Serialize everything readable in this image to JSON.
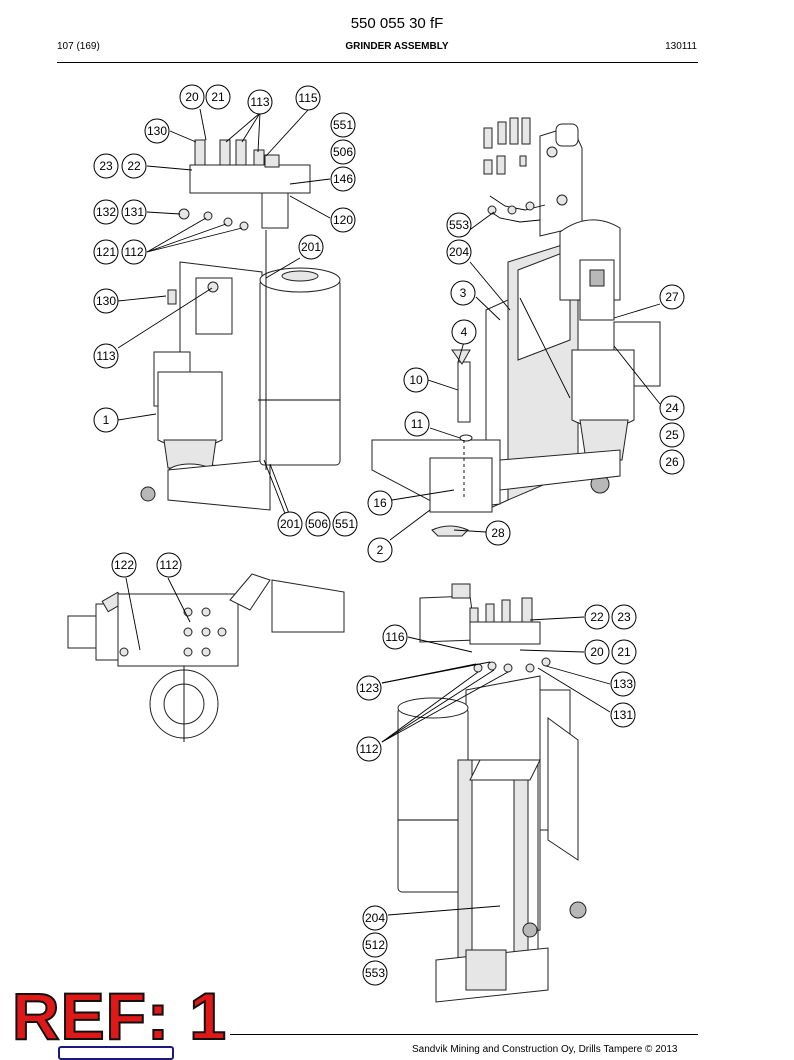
{
  "header": {
    "title": "550 055 30 fF",
    "page": "107 (169)",
    "section": "GRINDER ASSEMBLY",
    "code": "130111"
  },
  "footer": {
    "copyright": "Sandvik Mining and Construction Oy, Drills Tampere © 2013"
  },
  "stamp": {
    "text": "REF: 1",
    "color": "#e01818"
  },
  "callouts": {
    "view1": [
      "20",
      "21",
      "113",
      "115",
      "130",
      "551",
      "506",
      "23",
      "22",
      "146",
      "132",
      "131",
      "120",
      "121",
      "112",
      "201",
      "130",
      "113",
      "1",
      "201",
      "506",
      "551"
    ],
    "view2": [
      "553",
      "204",
      "3",
      "27",
      "4",
      "10",
      "24",
      "11",
      "25",
      "26",
      "16",
      "28",
      "2"
    ],
    "view3": [
      "122",
      "112"
    ],
    "view4": [
      "22",
      "23",
      "116",
      "20",
      "21",
      "123",
      "133",
      "131",
      "112",
      "204",
      "512",
      "553"
    ]
  }
}
